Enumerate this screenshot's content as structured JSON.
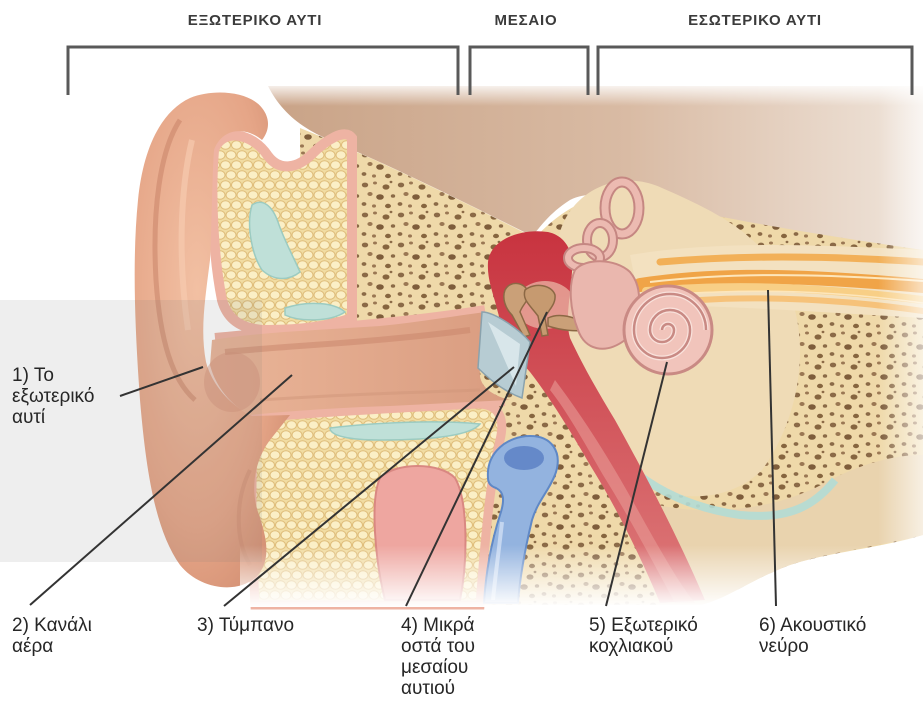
{
  "sections": {
    "outer_ear": "ΕΞΩΤΕΡΙΚΟ ΑΥΤΙ",
    "middle_ear": "ΜΕΣΑΙΟ",
    "inner_ear": "ΕΣΩΤΕΡΙΚΟ ΑΥΤΙ"
  },
  "labels": [
    {
      "lines": [
        "1) Το",
        "εξωτερικό",
        "αυτί"
      ]
    },
    {
      "lines": [
        "2) Κανάλι",
        "αέρα"
      ]
    },
    {
      "lines": [
        "3) Τύμπανο"
      ]
    },
    {
      "lines": [
        "4) Μικρά",
        "οστά του",
        "μεσαίου",
        "αυτιού"
      ]
    },
    {
      "lines": [
        "5) Εξωτερικό",
        "κοχλιακού"
      ]
    },
    {
      "lines": [
        "6) Ακουστικό",
        "νεύρο"
      ]
    }
  ]
}
